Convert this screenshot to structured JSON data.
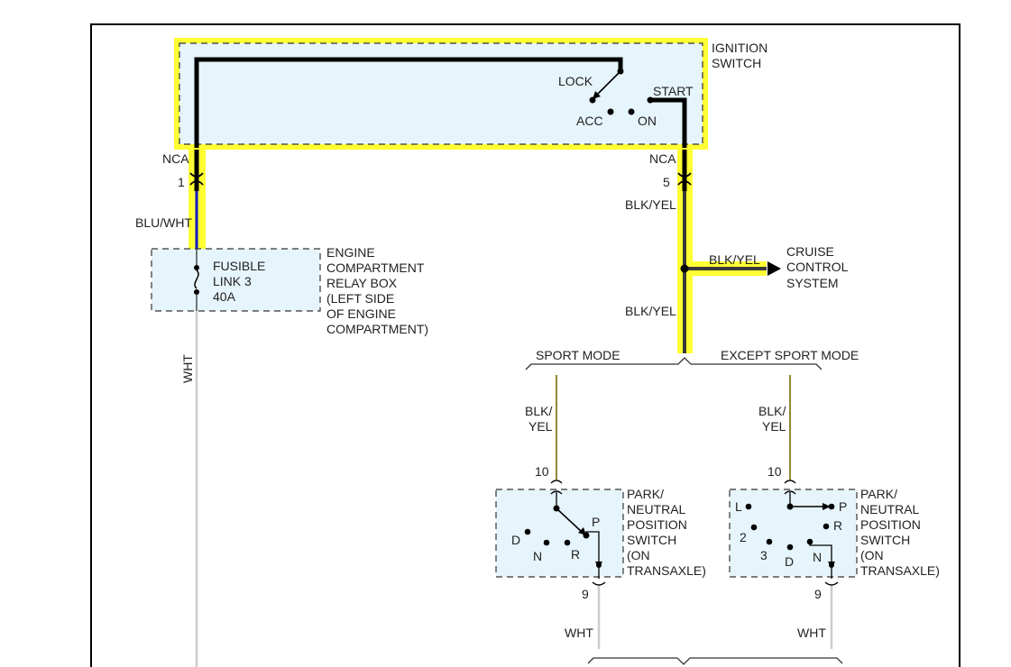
{
  "ignition_switch": {
    "label": [
      "IGNITION",
      "SWITCH"
    ],
    "positions": {
      "lock": "LOCK",
      "acc": "ACC",
      "on": "ON",
      "start": "START"
    }
  },
  "connectors": {
    "left": {
      "name": "NCA",
      "pin": "1"
    },
    "right": {
      "name": "NCA",
      "pin": "5"
    }
  },
  "wires": {
    "blu_wht": "BLU/WHT",
    "wht": "WHT",
    "blk_yel": "BLK/YEL",
    "blk_yel_stacked": [
      "BLK/",
      "YEL"
    ]
  },
  "relay_box": {
    "fusible_link": [
      "FUSIBLE",
      "LINK 3",
      "40A"
    ],
    "label": [
      "ENGINE",
      "COMPARTMENT",
      "RELAY BOX",
      "(LEFT SIDE",
      "OF ENGINE",
      "COMPARTMENT)"
    ]
  },
  "cruise_control": {
    "label": [
      "CRUISE",
      "CONTROL",
      "SYSTEM"
    ]
  },
  "modes": {
    "sport": "SPORT MODE",
    "except_sport": "EXCEPT SPORT MODE"
  },
  "pnp_switch": {
    "label": [
      "PARK/",
      "NEUTRAL",
      "POSITION",
      "SWITCH",
      "(ON",
      "TRANSAXLE)"
    ],
    "pin_top": "10",
    "pin_bottom": "9",
    "sport_positions": {
      "p": "P",
      "d": "D",
      "n": "N",
      "r": "R"
    },
    "except_positions": {
      "l": "L",
      "p": "P",
      "r": "R",
      "two": "2",
      "three": "3",
      "d": "D",
      "n": "N"
    }
  },
  "colors": {
    "highlight": "#ffff33",
    "box_fill": "#e6f4fb",
    "blu_wht": "#1515c8",
    "blk_yel": "#3a3a3a",
    "wht": "#cccccc"
  }
}
